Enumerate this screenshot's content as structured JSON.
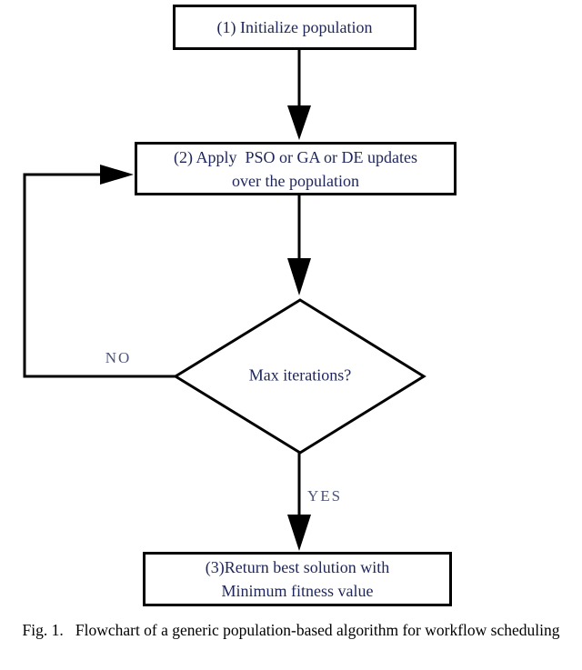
{
  "flowchart": {
    "nodes": {
      "initialize": {
        "lines": [
          "(1) Initialize population"
        ]
      },
      "update": {
        "lines": [
          "(2) Apply  PSO or GA or DE updates",
          "over the population"
        ]
      },
      "decision": {
        "label": "Max iterations?"
      },
      "result": {
        "lines": [
          "(3)Return best solution with",
          "Minimum fitness value"
        ]
      }
    },
    "edge_labels": {
      "no": "NO",
      "yes": "YES"
    }
  },
  "caption": "Fig. 1.   Flowchart of a generic population-based algorithm for workflow scheduling",
  "colors": {
    "node_text": "#1e2559",
    "edge_label_text": "#4e5578",
    "stroke": "#000000",
    "caption_text": "#000000",
    "background": "#ffffff"
  }
}
